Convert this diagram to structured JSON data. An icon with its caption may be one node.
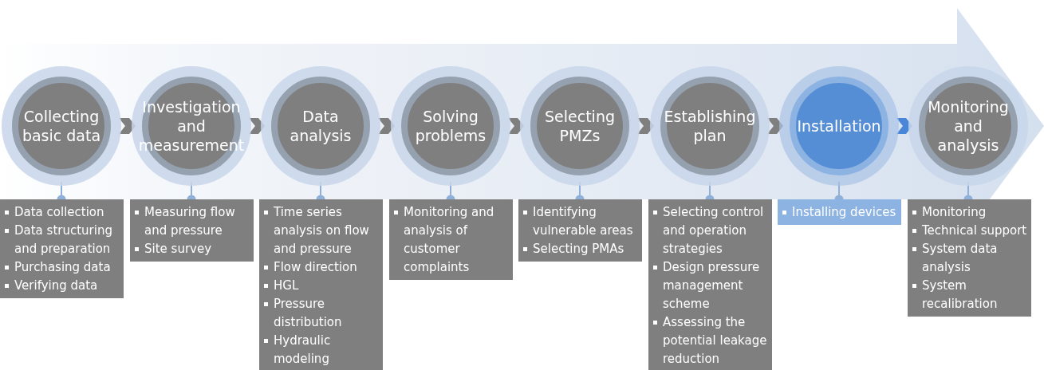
{
  "diagram": {
    "nodes": [
      {
        "text": [
          "Collecting basic data"
        ]
      },
      {
        "text": [
          "Investigation and measurement"
        ]
      },
      {
        "text": [
          "Data analysis"
        ]
      },
      {
        "text": [
          "Solving problems"
        ]
      },
      {
        "text": [
          "Selecting PMZs"
        ]
      },
      {
        "text": [
          "Establishing plan"
        ]
      },
      {
        "text": [
          "Installation"
        ]
      },
      {
        "text": [
          "Monitoring and analysis"
        ]
      },
      {
        "text": [
          "Data collection",
          "Data structuring and preparation",
          "Purchasing data",
          "Verifying data"
        ]
      },
      {
        "text": [
          "Measuring flow and pressure",
          "Site survey"
        ]
      },
      {
        "text": [
          "Time series analysis on flow and pressure",
          "Flow direction",
          "HGL",
          "Pressure distribution",
          "Hydraulic modeling"
        ]
      },
      {
        "text": [
          "Monitoring and analysis of customer complaints"
        ]
      },
      {
        "text": [
          "Identifying vulnerable areas",
          "Selecting PMAs"
        ]
      },
      {
        "text": [
          "Selecting control and operation strategies",
          "Design pressure management scheme",
          "Assessing the potential leakage reduction"
        ]
      },
      {
        "text": [
          "Installing devices"
        ]
      },
      {
        "text": [
          "Monitoring",
          "Technical support",
          "System data analysis",
          "System recalibration"
        ]
      }
    ],
    "edges": [
      {
        "from": 0,
        "to": 1,
        "arrow": "to"
      },
      {
        "from": 1,
        "to": 2,
        "arrow": "to"
      },
      {
        "from": 2,
        "to": 3,
        "arrow": "to"
      },
      {
        "from": 3,
        "to": 4,
        "arrow": "to"
      },
      {
        "from": 4,
        "to": 5,
        "arrow": "to"
      },
      {
        "from": 5,
        "to": 6,
        "arrow": "to"
      },
      {
        "from": 6,
        "to": 7,
        "arrow": "to",
        "color": "#4a86d8"
      },
      {
        "from": 0,
        "to": 8,
        "arrow": "other"
      },
      {
        "from": 1,
        "to": 9,
        "arrow": "other"
      },
      {
        "from": 2,
        "to": 10,
        "arrow": "other"
      },
      {
        "from": 3,
        "to": 11,
        "arrow": "other"
      },
      {
        "from": 4,
        "to": 12,
        "arrow": "other"
      },
      {
        "from": 5,
        "to": 13,
        "arrow": "other"
      },
      {
        "from": 6,
        "to": 14,
        "arrow": "other"
      },
      {
        "from": 7,
        "to": 15,
        "arrow": "other"
      }
    ]
  }
}
